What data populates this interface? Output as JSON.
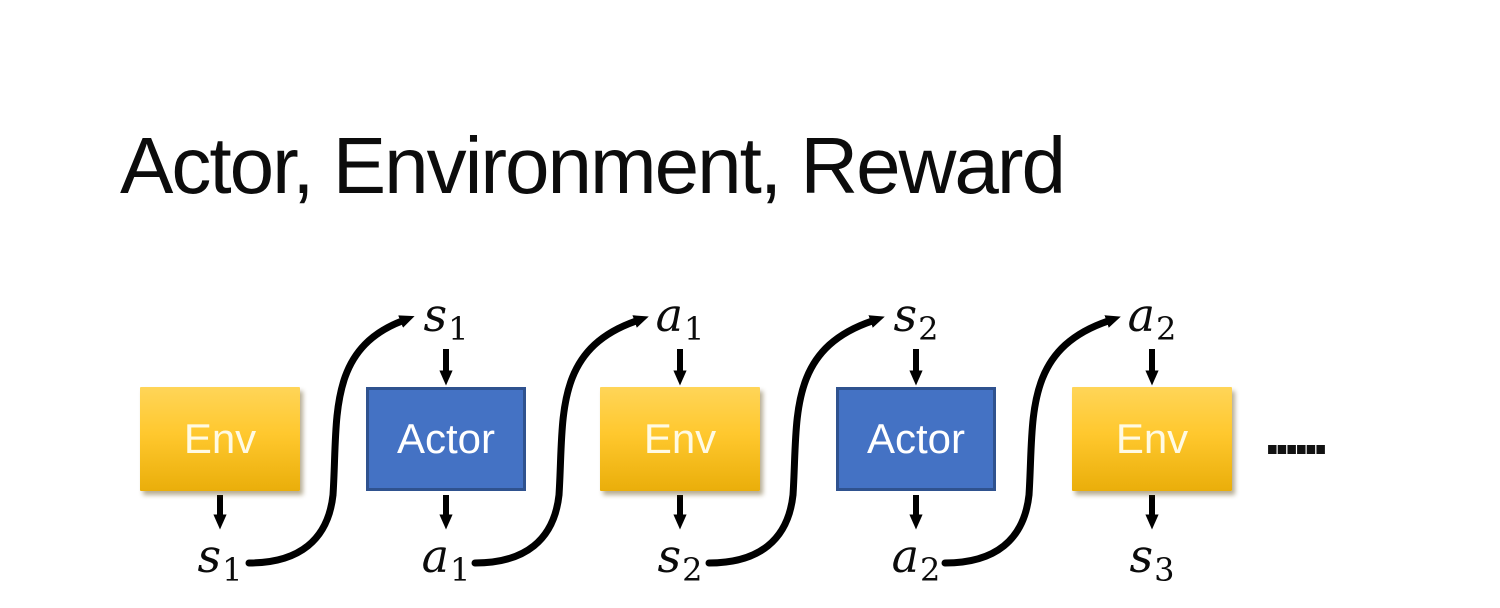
{
  "title": "Actor, Environment, Reward",
  "diagram": {
    "boxes": [
      {
        "label": "Env",
        "type": "env"
      },
      {
        "label": "Actor",
        "type": "actor"
      },
      {
        "label": "Env",
        "type": "env"
      },
      {
        "label": "Actor",
        "type": "actor"
      },
      {
        "label": "Env",
        "type": "env"
      }
    ],
    "top_labels": [
      {
        "base": "s",
        "sub": "1"
      },
      {
        "base": "a",
        "sub": "1"
      },
      {
        "base": "s",
        "sub": "2"
      },
      {
        "base": "a",
        "sub": "2"
      }
    ],
    "bottom_labels": [
      {
        "base": "s",
        "sub": "1"
      },
      {
        "base": "a",
        "sub": "1"
      },
      {
        "base": "s",
        "sub": "2"
      },
      {
        "base": "a",
        "sub": "2"
      },
      {
        "base": "s",
        "sub": "3"
      }
    ],
    "ellipsis": "......",
    "colors": {
      "title_color": "#0C0C0C",
      "env_gradient_top": "#FFD558",
      "env_gradient_bottom": "#EAAE0A",
      "env_text": "#FFFAE3",
      "actor_fill": "#4472C4",
      "actor_border": "#2F528F",
      "actor_text": "#FFFFFF",
      "arrow_color": "#000000"
    }
  }
}
